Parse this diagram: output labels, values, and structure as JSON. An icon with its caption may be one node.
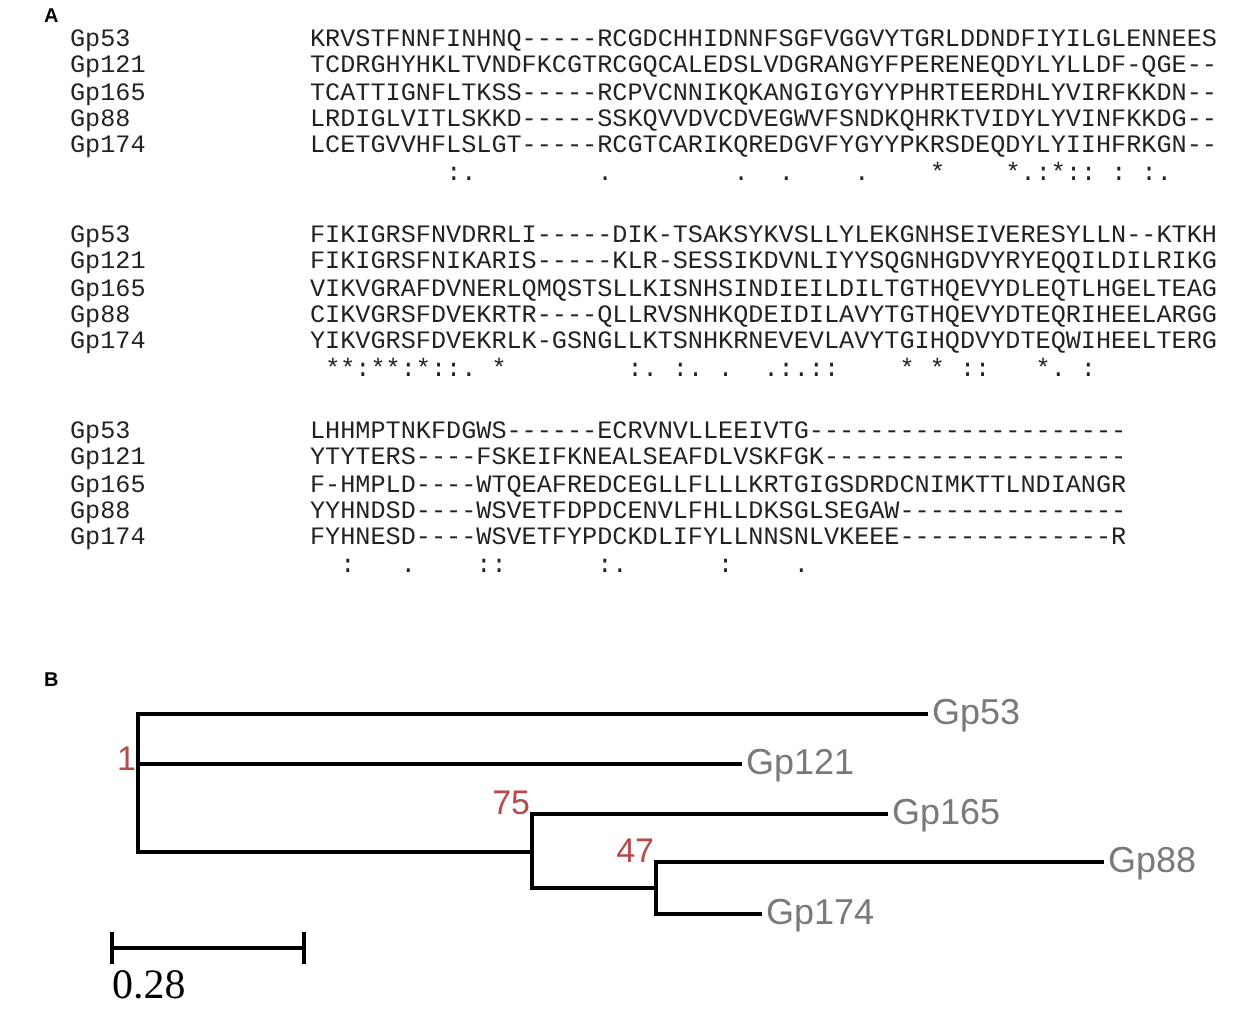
{
  "diagram": {
    "nodes": [
      {
        "text": [
          "1"
        ]
      },
      {
        "text": [
          "Gp53"
        ]
      },
      {
        "text": [
          "Gp121"
        ]
      },
      {
        "text": [
          "75"
        ]
      },
      {
        "text": [
          "Gp165"
        ]
      },
      {
        "text": [
          "47"
        ]
      },
      {
        "text": [
          "Gp88"
        ]
      },
      {
        "text": [
          "Gp174"
        ]
      }
    ],
    "edges": [
      {
        "from": 0,
        "to": 1,
        "arrow": "none"
      },
      {
        "from": 0,
        "to": 2,
        "arrow": "none"
      },
      {
        "from": 0,
        "to": 3,
        "arrow": "none"
      },
      {
        "from": 3,
        "to": 4,
        "arrow": "none"
      },
      {
        "from": 3,
        "to": 5,
        "arrow": "none"
      },
      {
        "from": 5,
        "to": 6,
        "arrow": "none"
      },
      {
        "from": 5,
        "to": 7,
        "arrow": "none"
      }
    ],
    "labels": [
      "A",
      "Gp53",
      "KRVSTFNNFINHNQ-----RCGDCHHIDNNFSGFVGGVYTGRLDDNDFIYILGLENNEES",
      "Gp121",
      "TCDRGHYHKLTVNDFKCGTRCGQCALEDSLVDGRANGYFPERENEQDYLYLLDF-QGE--",
      "Gp165",
      "TCATTIGNFLTKSS-----RCPVCNNIKQKANGIGYGYYPHRTEERDHLYVIRFKKDN--",
      "Gp88",
      "LRDIGLVITLSKKD-----SSKQVVDVCDVEGWVFSNDKQHRKTVIDYLYVINFKKDG--",
      "Gp174",
      "LCETGVVHFLSLGT-----RCGTCARIKQREDGVFYGYYPKRSDEQDYLYIIHFRKGN--",
      ":.        .        .  .    .    *    *.:*:: : :.",
      "Gp53",
      "FIKIGRSFNVDRRLI-----DIK-TSAKSYKVSLLYLEKGNHSEIVERESYLLN--KTKH",
      "Gp121",
      "FIKIGRSFNIKARIS-----KLR-SESSIKDVNLIYYSQGNHGDVYRYEQQILDILRIKG",
      "Gp165",
      "VIKVGRAFDVNERLQMQSTSLLKISNHSINDIEILDILTGTHQEVYDLEQTLHGELTEAG",
      "Gp88",
      "CIKVGRSFDVEKRTR----QLLRVSNHKQDEIDILAVYTGTHQEVYDTEQRIHEELARGG",
      "Gp174",
      "YIKVGRSFDVEKRLK-GSNGLLKTSNHKRNEVEVLAVYTGIHQDVYDTEQWIHEELTERG",
      "**:**:*::. *        :. :. .  .:.::    * * ::   *. :",
      "Gp53",
      "LHHMPTNKFDGWS------ECRVNVLLEEIVTG---------------------",
      "Gp121",
      "YTYTERS----FSKEIFKNEALSEAFDLVSKFGK--------------------",
      "Gp165",
      "F-HMPLD----WTQEAFREDCEGLLFLLLKRTGIGSDRDCNIMKTTLNDIANGR",
      "Gp88",
      "YYHNDSD----WSVETFDPDCENVLFHLLDKSGLSEGAW---------------",
      "Gp174",
      "FYHNESD----WSVETFYPDCKDLIFYLLNNSNLVKEEE--------------R",
      ":   .    ::      :.      :    .",
      "B",
      "0.28"
    ]
  }
}
